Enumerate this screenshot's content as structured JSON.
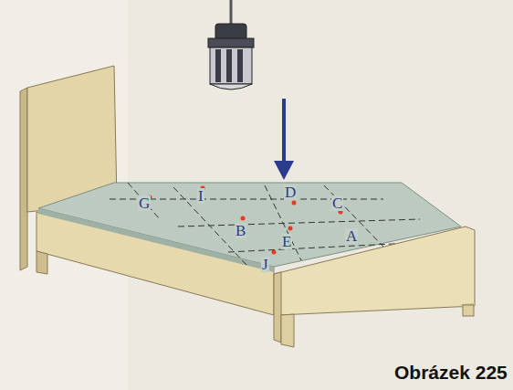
{
  "diagram": {
    "caption": "Obrázek 225",
    "labels": [
      "G",
      "I",
      "D",
      "C",
      "B",
      "E",
      "A",
      "J"
    ]
  }
}
